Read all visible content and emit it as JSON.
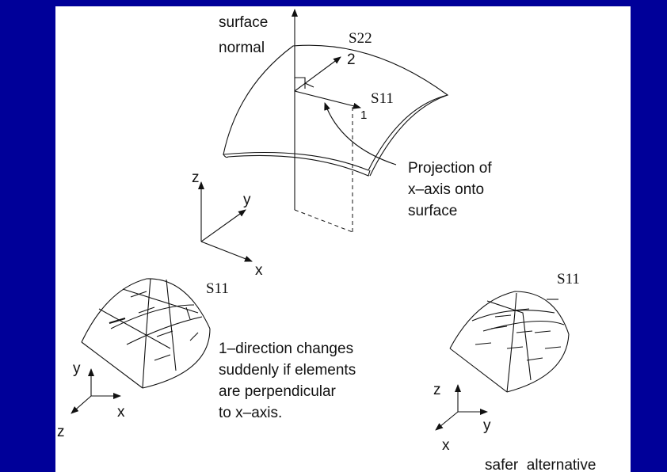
{
  "labels": {
    "surface_normal_1": "surface",
    "surface_normal_2": "normal",
    "s22": "S22",
    "s11_top": "S11",
    "dir_2": "2",
    "dir_1": "1",
    "projection_1": "Projection of",
    "projection_2": "x–axis onto",
    "projection_3": "surface",
    "axis_z_main": "z",
    "axis_y_main": "y",
    "axis_x_main": "x",
    "s11_left": "S11",
    "s11_right": "S11",
    "note_1": "1–direction changes",
    "note_2": "suddenly if elements",
    "note_3": "are perpendicular",
    "note_4": "to x–axis.",
    "axis_y_left": "y",
    "axis_x_left": "x",
    "axis_z_left": "z",
    "axis_z_right": "z",
    "axis_y_right": "y",
    "axis_x_right": "x",
    "safer": "safer  alternative"
  }
}
